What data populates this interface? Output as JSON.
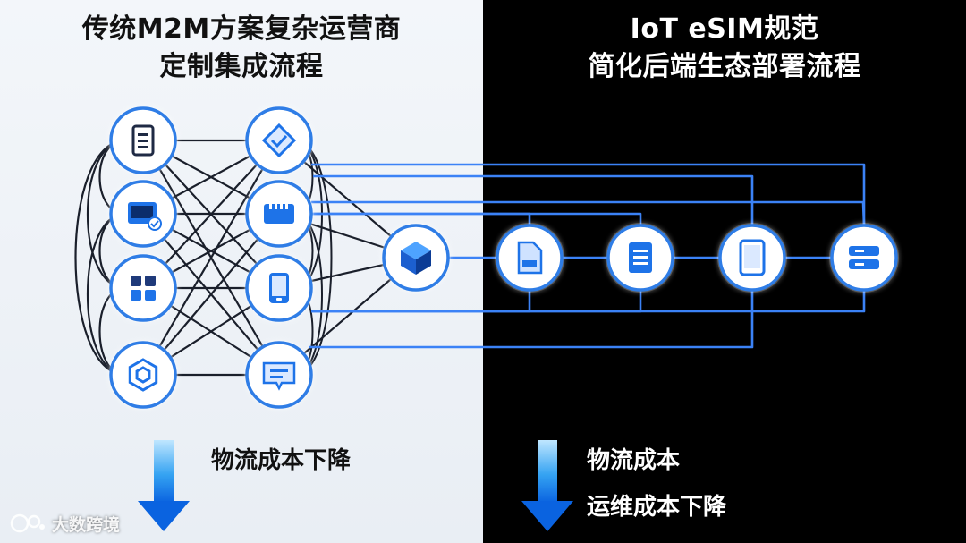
{
  "left": {
    "title_line1": "传统M2M方案复杂运营商",
    "title_line2": "定制集成流程",
    "caption": "物流成本下降"
  },
  "right": {
    "title_line1": "IoT eSIM规范",
    "title_line2": "简化后端生态部署流程",
    "caption_line1": "物流成本",
    "caption_line2": "运维成本下降"
  },
  "watermark": "大数跨境",
  "colors": {
    "accent_blue": "#1e73e8",
    "node_ring": "#2f7de6",
    "node_fill": "#ffffff",
    "mesh_line": "#1a1f2b",
    "link_line": "#3b82f6",
    "left_bg": "#eef2f7",
    "right_bg": "#000000"
  },
  "nodes": {
    "left_column_a": [
      "document-icon",
      "monitor-check-icon",
      "grid-apps-icon",
      "hexagon-icon"
    ],
    "left_column_b": [
      "shield-badge-icon",
      "sim-card-icon",
      "smartphone-icon",
      "chat-icon"
    ],
    "hub": "cube-icon",
    "right_chain": [
      "file-icon",
      "list-document-icon",
      "tablet-icon",
      "server-icon"
    ]
  }
}
